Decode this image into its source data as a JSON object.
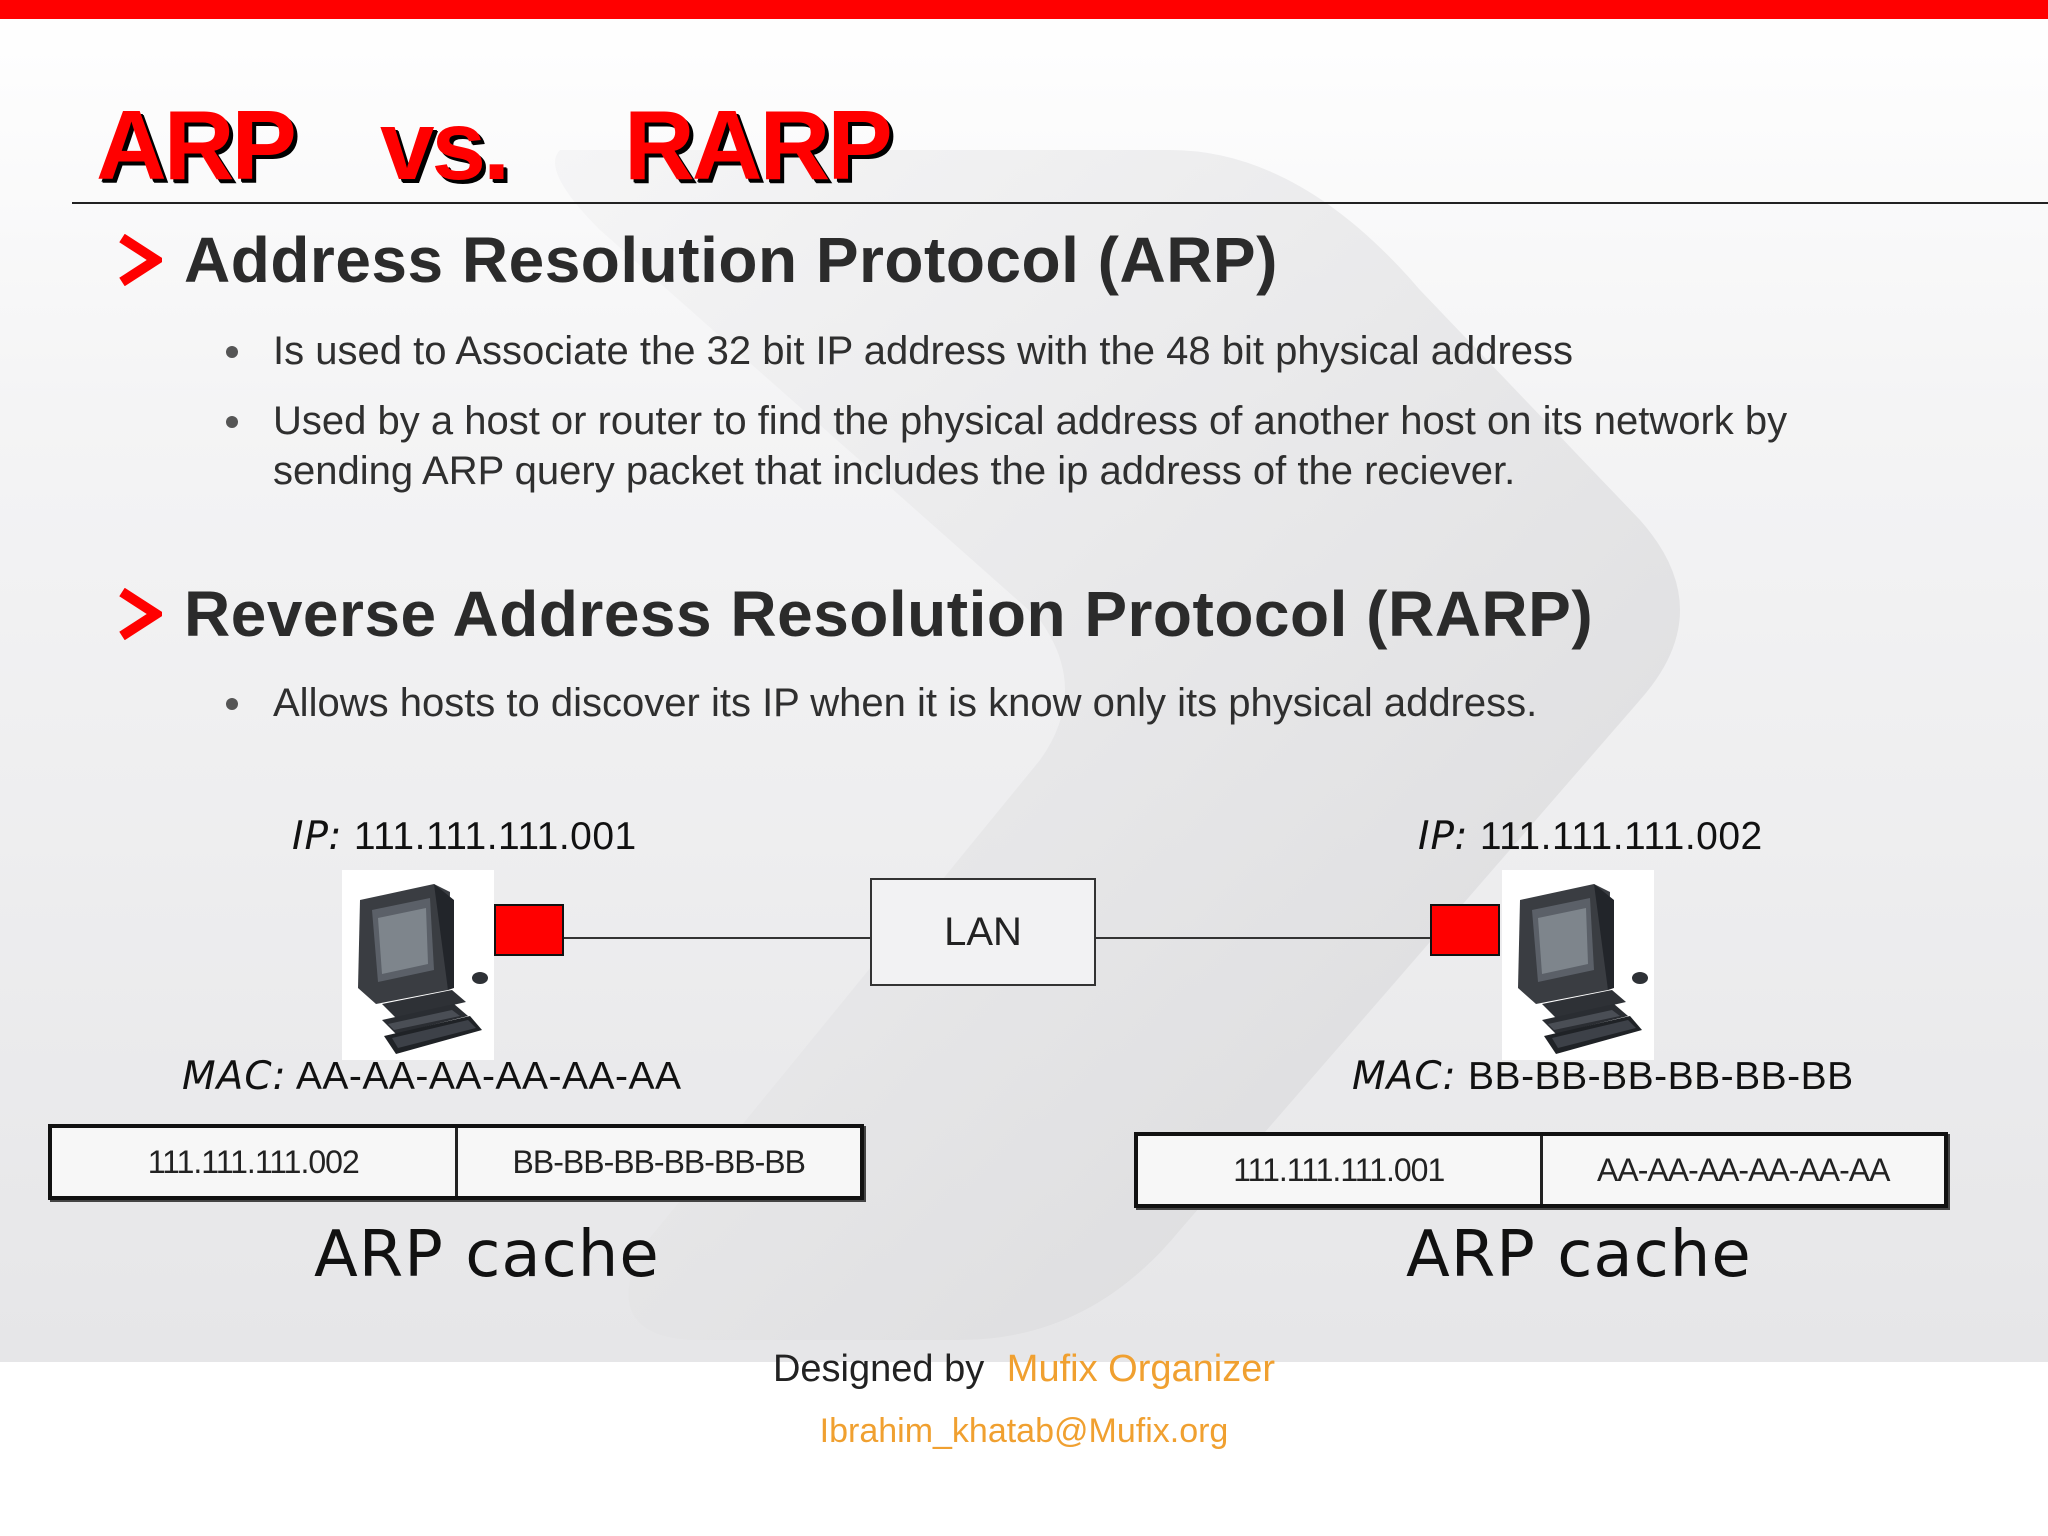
{
  "title": {
    "left": "ARP",
    "mid": "vs.",
    "right": "RARP"
  },
  "sections": [
    {
      "heading": "Address Resolution Protocol (ARP)",
      "bullets": [
        "Is used to Associate the 32 bit IP address with the 48 bit physical address",
        "Used by a host or router to find the physical address of another host on its network by sending ARP query packet that includes the ip address of the reciever."
      ]
    },
    {
      "heading": "Reverse Address Resolution Protocol (RARP)",
      "bullets": [
        "Allows hosts to discover its IP when it is know only its physical address."
      ]
    }
  ],
  "diagram": {
    "ip_key": "IP:",
    "mac_key": "MAC:",
    "lan_label": "LAN",
    "host_a": {
      "ip": "111.111.111.001",
      "mac": "AA-AA-AA-AA-AA-AA",
      "cache": {
        "ip": "111.111.111.002",
        "mac": "BB-BB-BB-BB-BB-BB"
      },
      "cache_label": "ARP cache"
    },
    "host_b": {
      "ip": "111.111.111.002",
      "mac": "BB-BB-BB-BB-BB-BB",
      "cache": {
        "ip": "111.111.111.001",
        "mac": "AA-AA-AA-AA-AA-AA"
      },
      "cache_label": "ARP cache"
    }
  },
  "footer": {
    "designed_by": "Designed by",
    "organizer": "Mufix Organizer",
    "email": "Ibrahim_khatab@Mufix.org"
  },
  "colors": {
    "accent": "#ff0000",
    "heading_text": "#2b2b2b",
    "footer_orange": "#f0a030"
  }
}
